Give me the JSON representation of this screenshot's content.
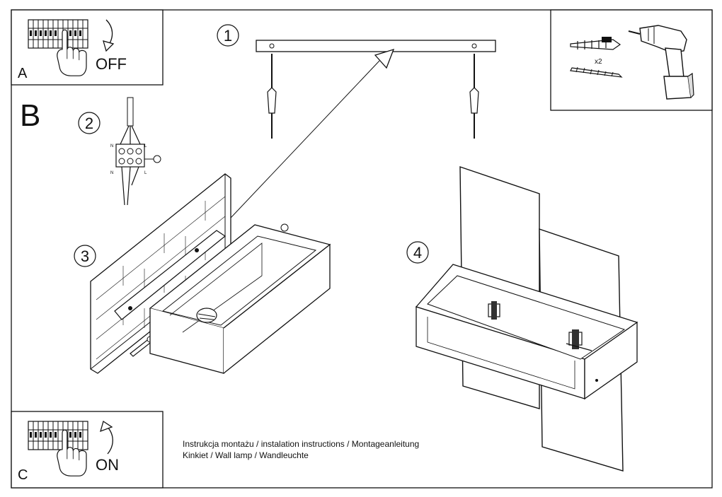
{
  "panels": {
    "a": {
      "letter": "A",
      "switch_label": "OFF"
    },
    "b": {
      "letter": "B"
    },
    "c": {
      "letter": "C",
      "switch_label": "ON"
    }
  },
  "steps": [
    "1",
    "2",
    "3",
    "4"
  ],
  "wiring": {
    "terminal_left": "N",
    "terminal_right": "L"
  },
  "fixings": {
    "quantity": "x2"
  },
  "caption": {
    "line1": "Instrukcja montażu / instalation instructions / Montageanleitung",
    "line2": "Kinkiet / Wall lamp / Wandleuchte"
  },
  "colors": {
    "line": "#1a1a1a",
    "paper": "#ffffff"
  }
}
